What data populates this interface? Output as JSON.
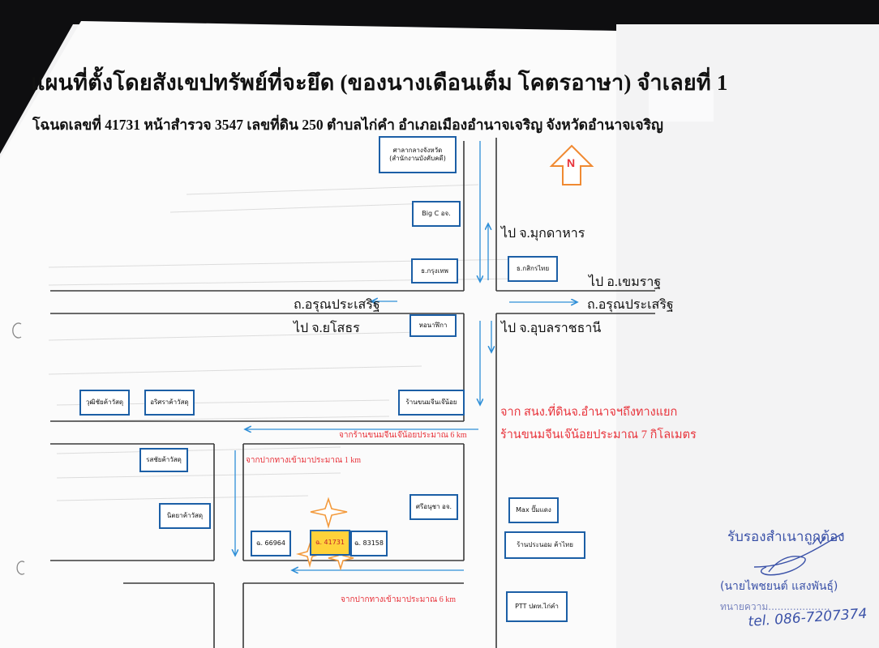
{
  "title": "แผนที่ตั้งโดยสังเขปทรัพย์ที่จะยึด  (ของนางเดือนเต็ม โคตรอาษา) จำเลยที่ 1",
  "subtitle": "โฉนดเลขที่ 41731  หน้าสำรวจ 3547 เลขที่ดิน 250 ตำบลไก่คำ อำเภอเมืองอำนาจเจริญ จังหวัดอำนาจเจริญ",
  "north": "N",
  "places": {
    "city_hall_1": "ศาลากลางจังหวัด",
    "city_hall_2": "(สำนักงานบังคับคดี)",
    "bigc": "Big C อจ.",
    "krungthep": "ธ.กรุงเทพ",
    "kasikorn": "ธ.กสิกรไทย",
    "clock": "หอนาฬิกา",
    "wut": "วุฒิชัยค้าวัสดุ",
    "bar": "อริศราค้าวัสดุ",
    "khanom": "ร้านขนมจีนเจ๊น้อย",
    "rat": "รสชัยค้าวัสดุ",
    "nit": "นิตยาค้าวัสดุ",
    "sri": "ศรีอนุชา อจ.",
    "max": "Max ปั๊มแดง",
    "pranom": "ร้านประนอม ค้าไทย",
    "ptt": "PTT ปตท.ไก่คำ",
    "plot_66964": "ฉ. 66964",
    "plot_41731": "ฉ. 41731",
    "plot_83158": "ฉ. 83158"
  },
  "roads": {
    "mukdahan": "ไป จ.มุกดาหาร",
    "khemmarat": "ไป อ.เขมราฐ",
    "arun_left": "ถ.อรุณประเสริฐ",
    "arun_right": "ถ.อรุณประเสริฐ",
    "yasothon": "ไป จ.ยโสธร",
    "ubon": "ไป จ.อุบลราชธานี",
    "to_khanom": "จากร้านขนมจีนเจ๊น้อยประมาณ 6 km",
    "entrance_1km": "จากปากทางเข้ามาประมาณ 1 km",
    "entrance_6km": "จากปากทางเข้ามาประมาณ 6 km"
  },
  "note": {
    "line1": "จาก สนง.ที่ดินจ.อำนาจฯถึงทางแยก",
    "line2": "ร้านขนมจีนเจ๊น้อยประมาณ 7 กิโลเมตร"
  },
  "cert": {
    "certified": "รับรองสำเนาถูกต้อง",
    "name": "(นายไพชยนต์  แสงพันธุ์)",
    "role": "ทนายความ....................",
    "phone": "tel. 086-7207374"
  },
  "colors": {
    "road_line": "#3a3a3a",
    "arrow": "#2f8fd8",
    "box": "#1c5fa6",
    "note": "#e8323a",
    "north": "#f08a32",
    "plot_fill": "#ffd23a",
    "star": "#f39a3c",
    "signature": "#3b52a8"
  }
}
